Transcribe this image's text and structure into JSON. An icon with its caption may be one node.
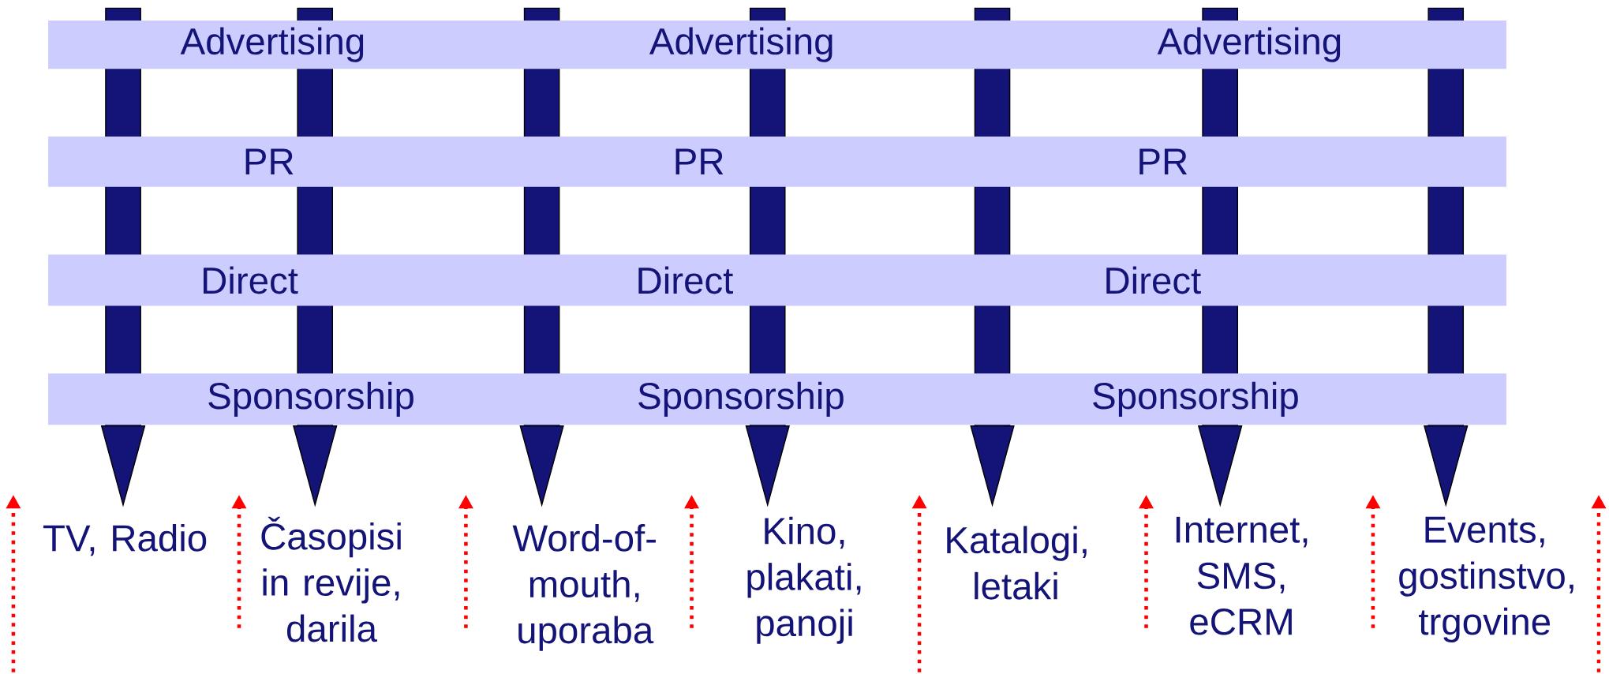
{
  "diagram": {
    "nodes": [
      {
        "text": [
          "Advertising",
          "Advertising",
          "Advertising"
        ]
      },
      {
        "text": [
          "PR",
          "PR",
          "PR"
        ]
      },
      {
        "text": [
          "Direct",
          "Direct",
          "Direct"
        ]
      },
      {
        "text": [
          "Sponsorship",
          "Sponsorship",
          "Sponsorship"
        ]
      },
      {
        "text": [],
        "shape": "bar",
        "beside": [
          "TV, Radio"
        ]
      },
      {
        "text": [],
        "shape": "bar",
        "beside": [
          "Časopisi in revije, darila"
        ]
      },
      {
        "text": [],
        "shape": "bar",
        "beside": [
          "Word-of-mouth, uporaba"
        ]
      },
      {
        "text": [],
        "shape": "bar",
        "beside": [
          "Kino, plakati, panoji"
        ]
      },
      {
        "text": [],
        "shape": "bar",
        "beside": [
          "Katalogi, letaki"
        ]
      },
      {
        "text": [],
        "shape": "bar",
        "beside": [
          "Internet, SMS, eCRM"
        ]
      },
      {
        "text": [],
        "shape": "bar",
        "beside": [
          "Events, gostinstvo, trgovine"
        ]
      }
    ],
    "edges": []
  }
}
